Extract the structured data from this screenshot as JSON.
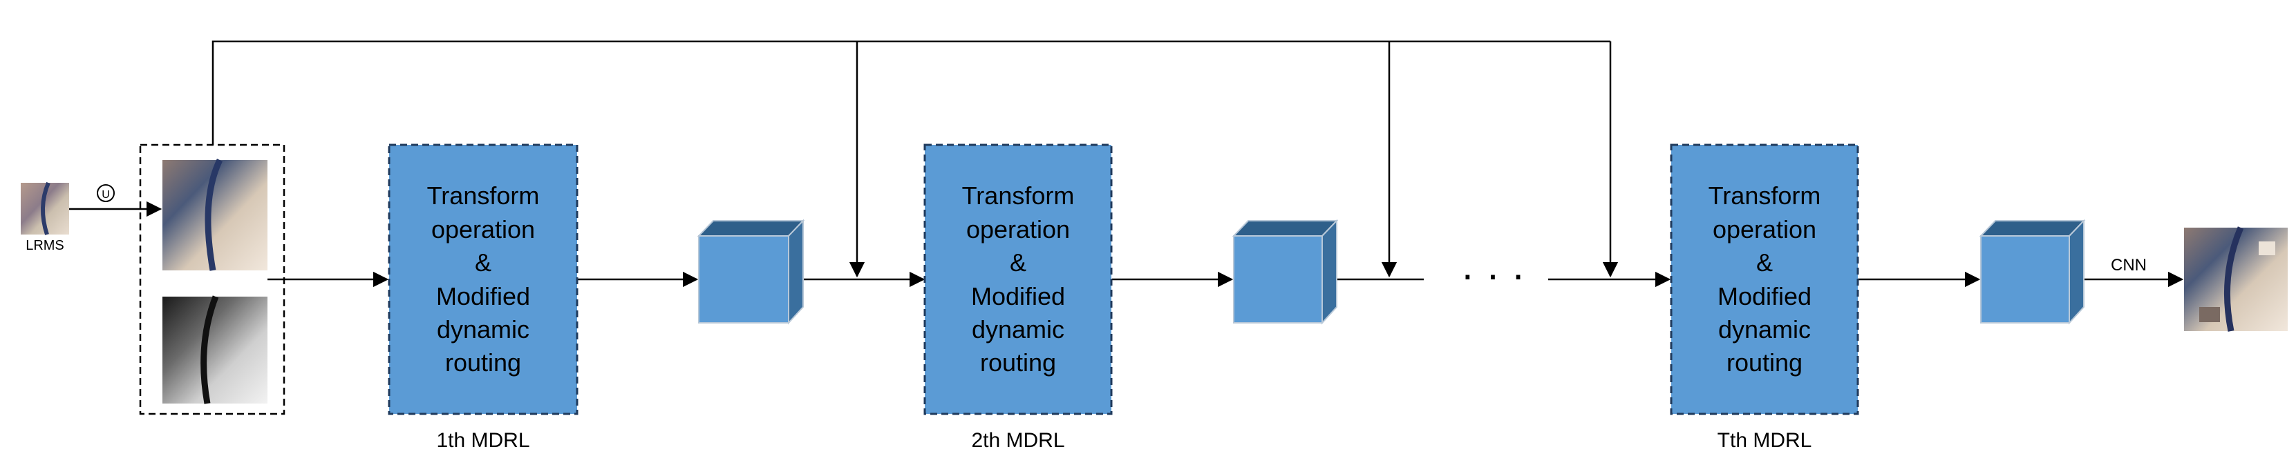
{
  "input": {
    "label": "LRMS",
    "upsample_symbol": "U"
  },
  "blocks": [
    {
      "lines": [
        "Transform",
        "operation",
        "&",
        "Modified",
        "dynamic",
        "routing"
      ],
      "caption": "1th MDRL"
    },
    {
      "lines": [
        "Transform",
        "operation",
        "&",
        "Modified",
        "dynamic",
        "routing"
      ],
      "caption": "2th MDRL"
    },
    {
      "lines": [
        "Transform",
        "operation",
        "&",
        "Modified",
        "dynamic",
        "routing"
      ],
      "caption": "Tth MDRL"
    }
  ],
  "ellipsis": "· · ·",
  "output": {
    "op_label": "CNN"
  },
  "colors": {
    "block_fill": "#5b9bd5",
    "block_border": "#1f3a5c",
    "cube_front": "#5b9bd5",
    "cube_top": "#2e5f8a",
    "cube_side": "#3a6f9e",
    "line": "#000000"
  }
}
